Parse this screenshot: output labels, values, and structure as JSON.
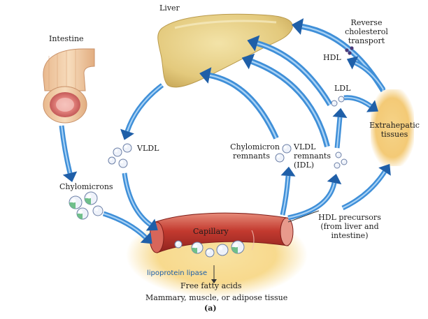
{
  "labels": {
    "liver": "Liver",
    "intestine": "Intestine",
    "vldl": "VLDL",
    "chylomicrons": "Chylomicrons",
    "capillary": "Capillary",
    "lipoprotein_lipase": "lipoprotein lipase",
    "free_fatty_acids": "Free fatty acids",
    "tissue": "Mammary, muscle, or adipose tissue",
    "panel": "(a)",
    "chylomicron_remnants_1": "Chylomicron",
    "chylomicron_remnants_2": "remnants",
    "vldl_remnants_1": "VLDL",
    "vldl_remnants_2": "remnants",
    "vldl_remnants_3": "(IDL)",
    "ldl": "LDL",
    "hdl": "HDL",
    "reverse_1": "Reverse",
    "reverse_2": "cholesterol",
    "reverse_3": "transport",
    "extrahepatic_1": "Extrahepatic",
    "extrahepatic_2": "tissues",
    "hdl_precursors_1": "HDL precursors",
    "hdl_precursors_2": "(from liver and",
    "hdl_precursors_3": "intestine)"
  },
  "colors": {
    "arrow": "#3f8fd8",
    "arrow_dark": "#1f5fa8",
    "liver": "#e6cf86",
    "liver_dark": "#c9a95a",
    "vessel": "#b8332d",
    "vessel_light": "#e07a6a",
    "tissue_glow": "#f6d37a",
    "intestine": "#f2c9a0",
    "intestine_inner": "#e48a8a",
    "particle_fill": "#eef2fa",
    "particle_stroke": "#6c7fa6",
    "particle_green": "#6fbf8a",
    "hdl_dot": "#4a3a7a"
  }
}
